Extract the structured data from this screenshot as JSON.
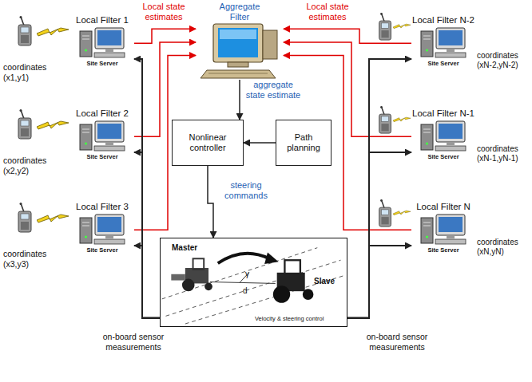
{
  "diagram": {
    "nodes": [
      {
        "text": [
          "Local Filter 1",
          "Site Server"
        ]
      },
      {
        "text": [
          "Aggregate Filter"
        ]
      },
      {
        "text": [
          "Local Filter N-2",
          "Site Server"
        ]
      },
      {
        "text": [
          "Local Filter 2",
          "Site Server"
        ]
      },
      {
        "text": [
          "Nonlinear controller"
        ]
      },
      {
        "text": [
          "Path planning"
        ]
      },
      {
        "text": [
          "Local Filter N-1",
          "Site Server"
        ]
      },
      {
        "text": [
          "Local Filter 3",
          "Site Server"
        ]
      },
      {
        "text": [
          "Master",
          "Slave",
          "Velocity & steering control"
        ]
      },
      {
        "text": [
          "Local Filter N",
          "Site Server"
        ]
      }
    ],
    "edges": [
      {
        "from": 0,
        "to": 1,
        "arrow": "to",
        "label": "Local state estimates"
      },
      {
        "from": 3,
        "to": 1,
        "arrow": "to"
      },
      {
        "from": 7,
        "to": 1,
        "arrow": "to"
      },
      {
        "from": 2,
        "to": 1,
        "arrow": "to",
        "label": "Local state estimates"
      },
      {
        "from": 6,
        "to": 1,
        "arrow": "to"
      },
      {
        "from": 9,
        "to": 1,
        "arrow": "to"
      },
      {
        "from": 1,
        "to": 4,
        "arrow": "to",
        "label": "aggregate state estimate"
      },
      {
        "from": 5,
        "to": 4,
        "arrow": "to"
      },
      {
        "from": 4,
        "to": 8,
        "arrow": "to",
        "label": "steering commands"
      },
      {
        "from": 8,
        "to": 0,
        "arrow": "to"
      },
      {
        "from": 8,
        "to": 3,
        "arrow": "to"
      },
      {
        "from": 8,
        "to": 7,
        "arrow": "to"
      },
      {
        "from": 8,
        "to": 2,
        "arrow": "to"
      },
      {
        "from": 8,
        "to": 6,
        "arrow": "to"
      },
      {
        "from": 8,
        "to": 9,
        "arrow": "to"
      }
    ],
    "labels": [
      "coordinates (x1,y1)",
      "coordinates (x2,y2)",
      "coordinates (x3,y3)",
      "coordinates (xN-2,yN-2)",
      "coordinates (xN-1,yN-1)",
      "coordinates (xN,yN)",
      "on-board sensor measurements",
      "on-board sensor measurements",
      "d",
      "γ"
    ]
  }
}
